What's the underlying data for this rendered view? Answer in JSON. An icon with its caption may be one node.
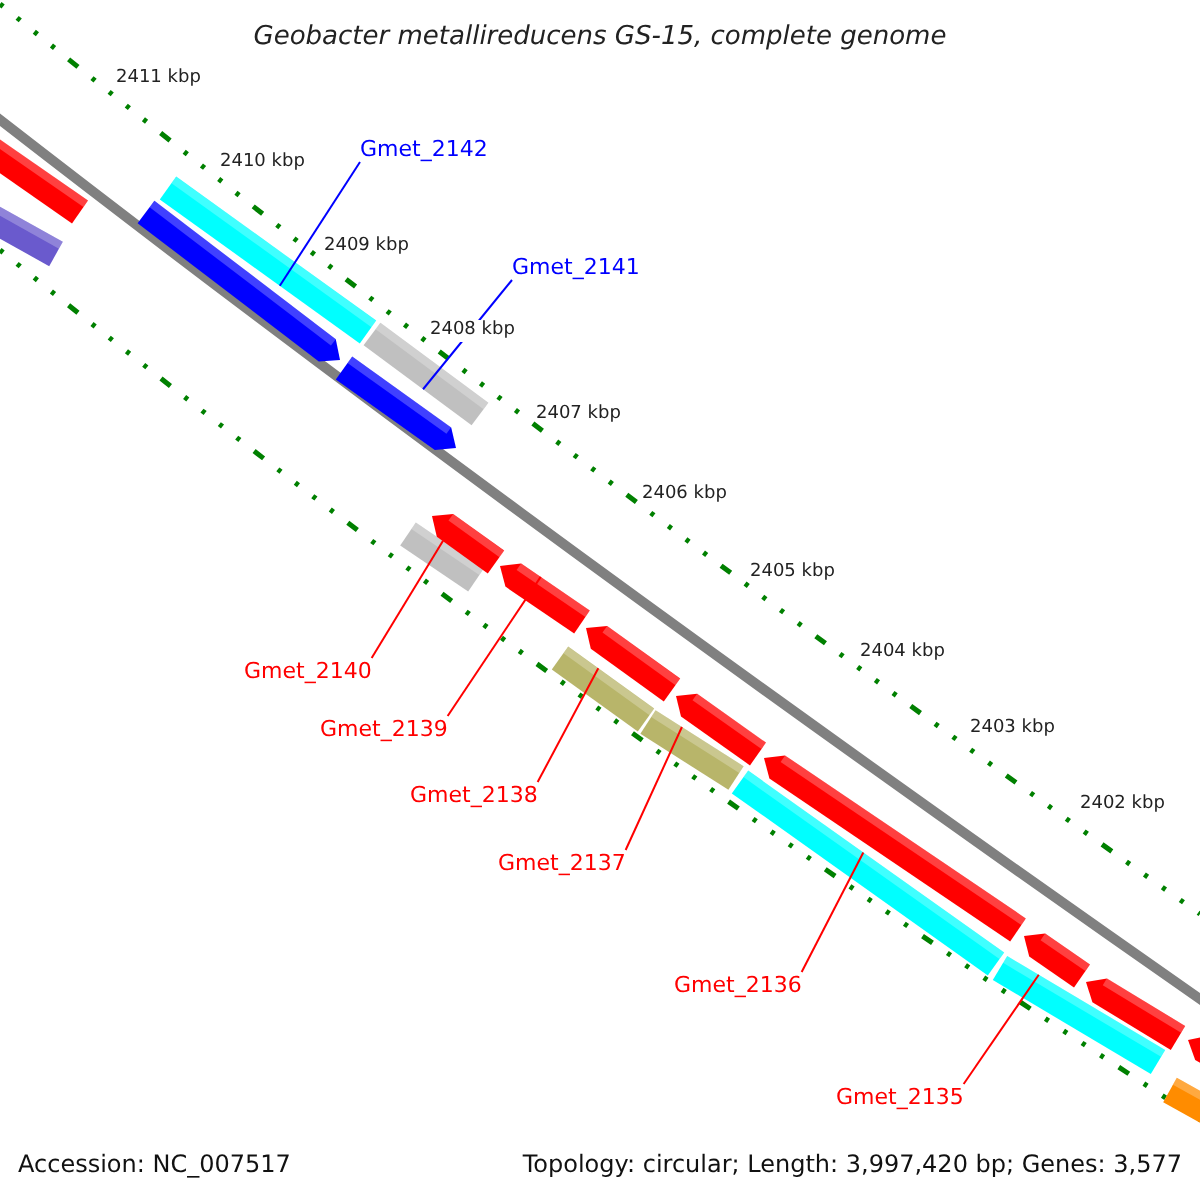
{
  "diagram": {
    "title": "Geobacter metallireducens GS-15, complete genome",
    "nodes": [
      {
        "text": [
          "Gmet_2142"
        ]
      },
      {
        "text": [
          "Gmet_2141"
        ]
      },
      {
        "text": [
          "Gmet_2140"
        ]
      },
      {
        "text": [
          "Gmet_2139"
        ]
      },
      {
        "text": [
          "Gmet_2138"
        ]
      },
      {
        "text": [
          "Gmet_2137"
        ]
      },
      {
        "text": [
          "Gmet_2136"
        ]
      },
      {
        "text": [
          "Gmet_2135"
        ]
      },
      {
        "text": [],
        "shape": "bar"
      },
      {
        "text": [],
        "shape": "bar"
      },
      {
        "text": [],
        "shape": "bar"
      },
      {
        "text": [],
        "shape": "bar"
      },
      {
        "text": [],
        "shape": "bar"
      },
      {
        "text": [],
        "shape": "bar"
      },
      {
        "text": [],
        "shape": "bar"
      },
      {
        "text": [],
        "shape": "bar"
      },
      {
        "text": [],
        "shape": "bar"
      },
      {
        "text": [],
        "shape": "bar"
      },
      {
        "text": [],
        "shape": "bar"
      },
      {
        "text": [],
        "shape": "bar"
      },
      {
        "text": [],
        "shape": "bar"
      },
      {
        "text": [],
        "shape": "bar"
      },
      {
        "text": [],
        "shape": "bar"
      },
      {
        "text": [],
        "shape": "bar"
      },
      {
        "text": [],
        "shape": "bar"
      },
      {
        "text": [],
        "shape": "bar"
      },
      {
        "text": [],
        "shape": "bar"
      },
      {
        "text": [],
        "shape": "bar"
      }
    ],
    "edges": [
      {
        "from": 0,
        "to": 10,
        "arrow": "none",
        "color": "#0000ff"
      },
      {
        "from": 1,
        "to": 12,
        "arrow": "none",
        "color": "#0000ff"
      },
      {
        "from": 2,
        "to": 14,
        "arrow": "none"
      },
      {
        "from": 3,
        "to": 16,
        "arrow": "none"
      },
      {
        "from": 4,
        "to": 17,
        "arrow": "none"
      },
      {
        "from": 5,
        "to": 19,
        "arrow": "none"
      },
      {
        "from": 6,
        "to": 21,
        "arrow": "none"
      },
      {
        "from": 7,
        "to": 23,
        "arrow": "none"
      }
    ],
    "labels": [
      "2411 kbp",
      "2410 kbp",
      "2409 kbp",
      "2408 kbp",
      "2407 kbp",
      "2406 kbp",
      "2405 kbp",
      "2404 kbp",
      "2403 kbp",
      "2402 kbp",
      "Accession: NC_007517",
      "Topology: circular; Length: 3,997,420 bp; Genes: 3,577"
    ]
  }
}
